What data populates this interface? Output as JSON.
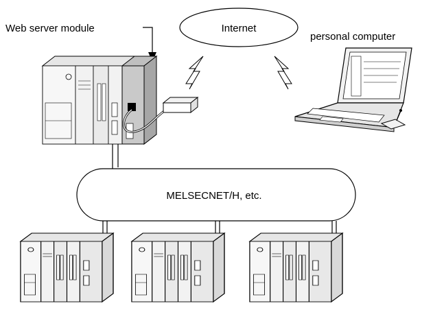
{
  "labels": {
    "web_server_module": "Web server module",
    "internet": "Internet",
    "personal_computer": "personal computer",
    "network": "MELSECNET/H, etc."
  },
  "colors": {
    "outline": "#000000",
    "plc_face": "#f2f2f2",
    "plc_side": "#d9d9d9",
    "plc_dark": "#bfbfbf",
    "highlight": "#b3b3b3"
  }
}
